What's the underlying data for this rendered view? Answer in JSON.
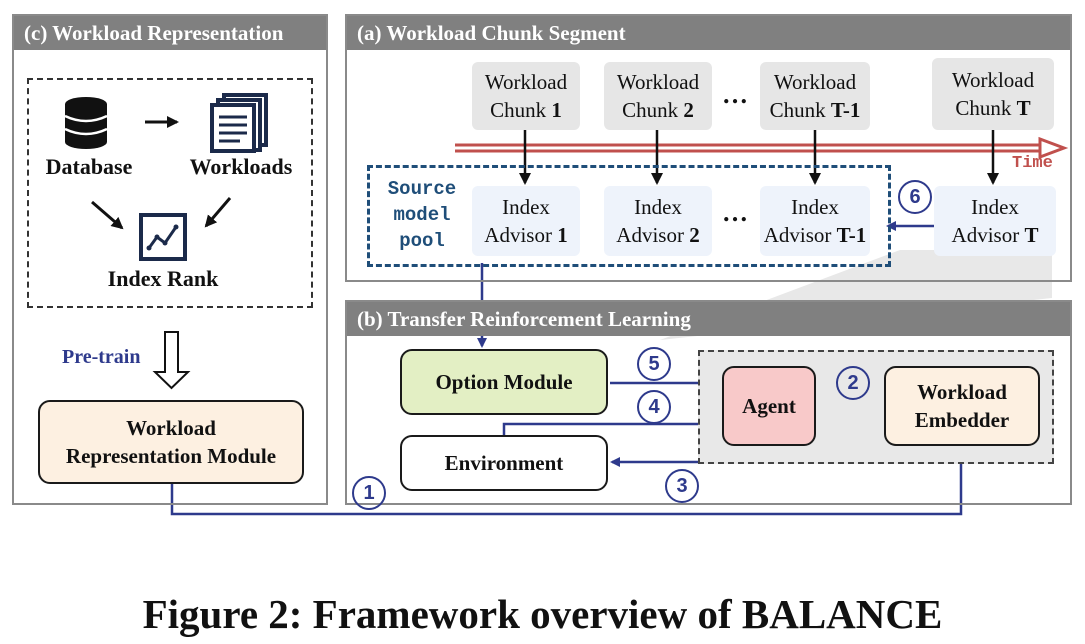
{
  "panel_c": {
    "title": "(c) Workload Representation",
    "database": "Database",
    "workloads": "Workloads",
    "index_rank": "Index Rank",
    "pretrain": "Pre-train",
    "wrm_line1": "Workload",
    "wrm_line2": "Representation Module"
  },
  "panel_a": {
    "title": "(a) Workload Chunk Segment",
    "chunks": [
      {
        "line1": "Workload",
        "line2": "Chunk ",
        "num": "1"
      },
      {
        "line1": "Workload",
        "line2": "Chunk ",
        "num": "2"
      },
      {
        "line1": "Workload",
        "line2": "Chunk ",
        "num": "T-1"
      },
      {
        "line1": "Workload",
        "line2": "Chunk ",
        "num": "T"
      }
    ],
    "advisors": [
      {
        "line1": "Index",
        "line2": "Advisor ",
        "num": "1"
      },
      {
        "line1": "Index",
        "line2": "Advisor ",
        "num": "2"
      },
      {
        "line1": "Index",
        "line2": "Advisor ",
        "num": "T-1"
      },
      {
        "line1": "Index",
        "line2": "Advisor ",
        "num": "T"
      }
    ],
    "ellipsis": "…",
    "time": "Time",
    "pool_line1": "Source",
    "pool_line2": "model",
    "pool_line3": "pool"
  },
  "panel_b": {
    "title": "(b) Transfer Reinforcement Learning",
    "option_module": "Option Module",
    "agent": "Agent",
    "embedder_line1": "Workload",
    "embedder_line2": "Embedder",
    "environment": "Environment"
  },
  "steps": [
    "①",
    "②",
    "③",
    "④",
    "⑤",
    "⑥"
  ],
  "caption": "Figure 2: Framework overview of BALANCE",
  "colors": {
    "panel_header": "#808080",
    "arrow_blue": "#2e3a8c",
    "pool_border": "#1f4e79",
    "time_red": "#c0504d",
    "option_fill": "#e3efc4",
    "agent_fill": "#f8c9c9",
    "embedder_fill": "#fdf0e1"
  }
}
